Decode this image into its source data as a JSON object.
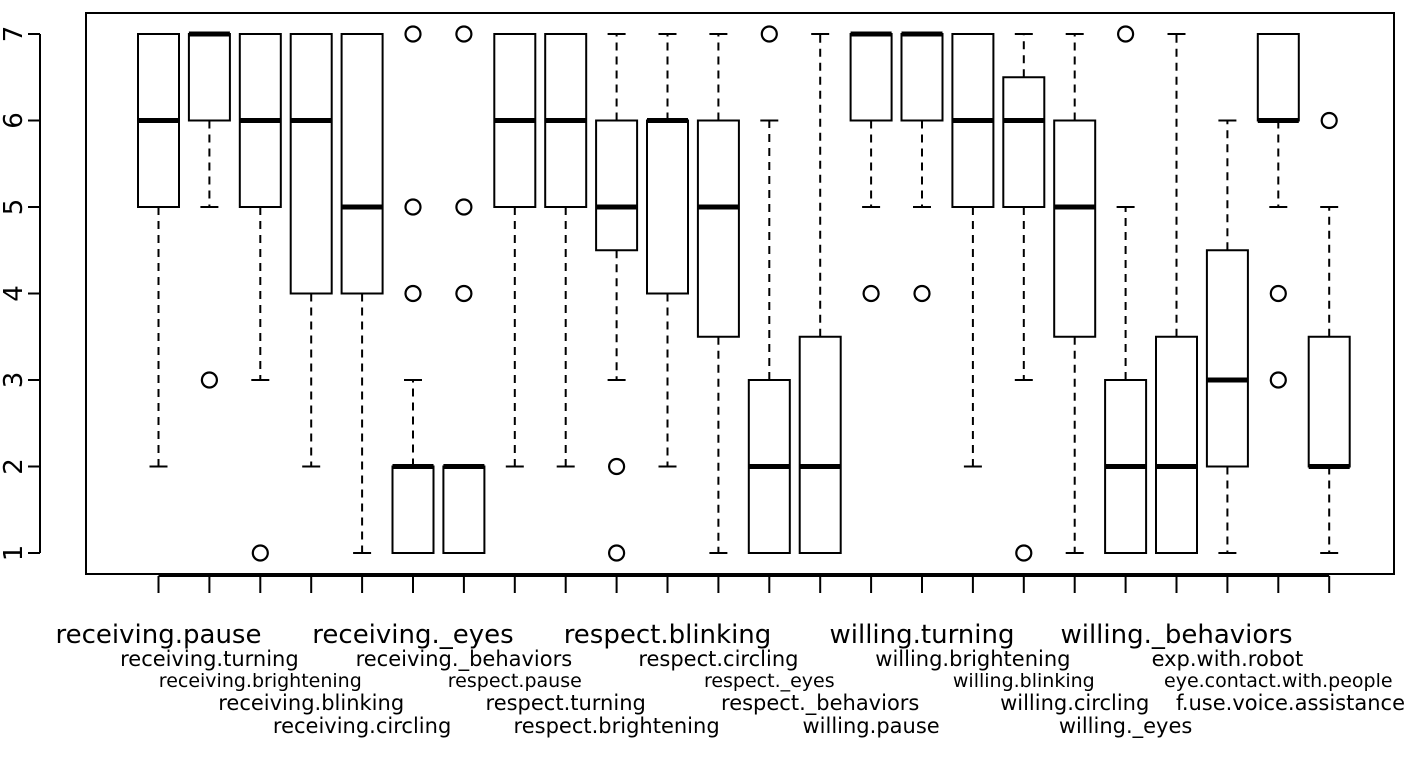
{
  "chart_data": {
    "type": "boxplot",
    "ylim": [
      1,
      7
    ],
    "y_ticks": [
      "1",
      "2",
      "3",
      "4",
      "5",
      "6",
      "7"
    ],
    "grid": false,
    "categories": [
      "receiving.pause",
      "receiving.turning",
      "receiving.brightening",
      "receiving.blinking",
      "receiving.circling",
      "receiving._eyes",
      "receiving._behaviors",
      "respect.pause",
      "respect.turning",
      "respect.brightening",
      "respect.blinking",
      "respect.circling",
      "respect._eyes",
      "respect._behaviors",
      "willing.pause",
      "willing.turning",
      "willing.brightening",
      "willing.blinking",
      "willing.circling",
      "willing._eyes",
      "willing._behaviors",
      "exp.with.robot",
      "eye.contact.with.people",
      "f.use.voice.assistance"
    ],
    "boxes": [
      {
        "whisker_low": 2,
        "q1": 5,
        "median": 6,
        "q3": 7,
        "whisker_high": 7,
        "outliers": []
      },
      {
        "whisker_low": 5,
        "q1": 6,
        "median": 7,
        "q3": 7,
        "whisker_high": 7,
        "outliers": [
          3
        ]
      },
      {
        "whisker_low": 3,
        "q1": 5,
        "median": 6,
        "q3": 7,
        "whisker_high": 7,
        "outliers": [
          1
        ]
      },
      {
        "whisker_low": 2,
        "q1": 4,
        "median": 6,
        "q3": 7,
        "whisker_high": 7,
        "outliers": []
      },
      {
        "whisker_low": 1,
        "q1": 4,
        "median": 5,
        "q3": 7,
        "whisker_high": 7,
        "outliers": []
      },
      {
        "whisker_low": 1,
        "q1": 1,
        "median": 2,
        "q3": 2,
        "whisker_high": 3,
        "outliers": [
          4,
          5,
          7
        ]
      },
      {
        "whisker_low": 1,
        "q1": 1,
        "median": 2,
        "q3": 2,
        "whisker_high": 2,
        "outliers": [
          4,
          5,
          7
        ]
      },
      {
        "whisker_low": 2,
        "q1": 5,
        "median": 6,
        "q3": 7,
        "whisker_high": 7,
        "outliers": []
      },
      {
        "whisker_low": 2,
        "q1": 5,
        "median": 6,
        "q3": 7,
        "whisker_high": 7,
        "outliers": []
      },
      {
        "whisker_low": 3,
        "q1": 4.5,
        "median": 5,
        "q3": 6,
        "whisker_high": 7,
        "outliers": [
          1,
          2
        ]
      },
      {
        "whisker_low": 2,
        "q1": 4,
        "median": 6,
        "q3": 6,
        "whisker_high": 7,
        "outliers": []
      },
      {
        "whisker_low": 1,
        "q1": 3.5,
        "median": 5,
        "q3": 6,
        "whisker_high": 7,
        "outliers": []
      },
      {
        "whisker_low": 1,
        "q1": 1,
        "median": 2,
        "q3": 3,
        "whisker_high": 6,
        "outliers": [
          7
        ]
      },
      {
        "whisker_low": 1,
        "q1": 1,
        "median": 2,
        "q3": 3.5,
        "whisker_high": 7,
        "outliers": []
      },
      {
        "whisker_low": 5,
        "q1": 6,
        "median": 7,
        "q3": 7,
        "whisker_high": 7,
        "outliers": [
          4
        ]
      },
      {
        "whisker_low": 5,
        "q1": 6,
        "median": 7,
        "q3": 7,
        "whisker_high": 7,
        "outliers": [
          4
        ]
      },
      {
        "whisker_low": 2,
        "q1": 5,
        "median": 6,
        "q3": 7,
        "whisker_high": 7,
        "outliers": []
      },
      {
        "whisker_low": 3,
        "q1": 5,
        "median": 6,
        "q3": 6.5,
        "whisker_high": 7,
        "outliers": [
          1
        ]
      },
      {
        "whisker_low": 1,
        "q1": 3.5,
        "median": 5,
        "q3": 6,
        "whisker_high": 7,
        "outliers": []
      },
      {
        "whisker_low": 1,
        "q1": 1,
        "median": 2,
        "q3": 3,
        "whisker_high": 5,
        "outliers": [
          7
        ]
      },
      {
        "whisker_low": 1,
        "q1": 1,
        "median": 2,
        "q3": 3.5,
        "whisker_high": 7,
        "outliers": []
      },
      {
        "whisker_low": 1,
        "q1": 2,
        "median": 3,
        "q3": 4.5,
        "whisker_high": 6,
        "outliers": []
      },
      {
        "whisker_low": 5,
        "q1": 6,
        "median": 6,
        "q3": 7,
        "whisker_high": 7,
        "outliers": [
          3,
          4
        ]
      },
      {
        "whisker_low": 1,
        "q1": 2,
        "median": 2,
        "q3": 3.5,
        "whisker_high": 5,
        "outliers": [
          6
        ]
      }
    ]
  }
}
